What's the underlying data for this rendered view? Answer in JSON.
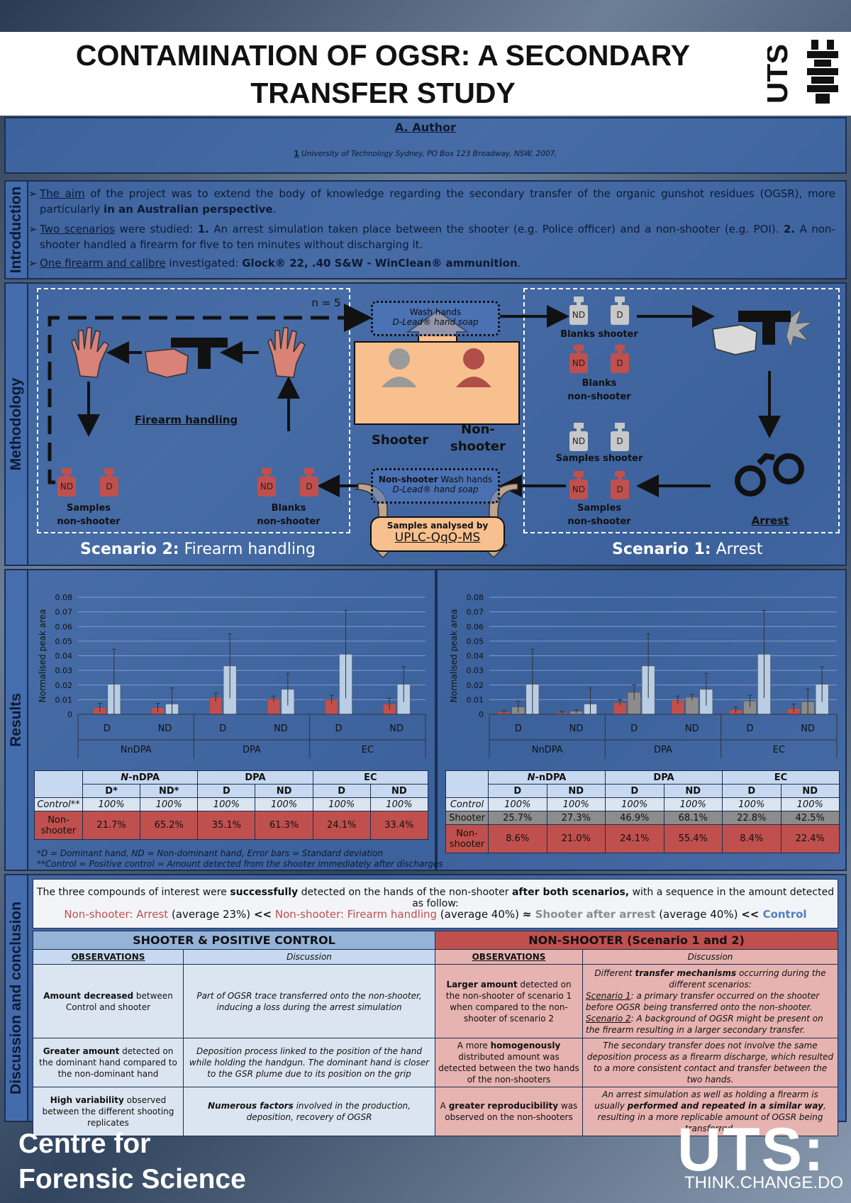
{
  "header": {
    "title_line1": "CONTAMINATION OF OGSR: A SECONDARY",
    "title_line2": "TRANSFER STUDY",
    "logo_text": "UTS"
  },
  "author": {
    "name": "A. Author",
    "affil_num": "1",
    "affiliation": "University of Technology Sydney, PO Box 123 Broadway, NSW, 2007,"
  },
  "sections": {
    "introduction": "Introduction",
    "methodology": "Methodology",
    "results": "Results",
    "discussion": "Discussion and conclusion"
  },
  "intro": {
    "l1_u": "The aim",
    "l1_a": " of the project was to extend the body of knowledge regarding the secondary transfer of the organic gunshot residues (OGSR), more particularly ",
    "l1_b": "in an Australian perspective",
    "l1_c": ".",
    "l2_u": "Two scenarios",
    "l2_a": " were studied: ",
    "l2_n1": "1.",
    "l2_b": " An arrest simulation taken place between the shooter (e.g. Police officer) and a non-shooter (e.g. POI). ",
    "l2_n2": "2.",
    "l2_c": " A non-shooter handled a firearm  for five to ten minutes without discharging it.",
    "l3_u": "One firearm and calibre",
    "l3_a": " investigated: ",
    "l3_b": "Glock® 22, .40 S&W - WinClean® ammunition",
    "l3_c": "."
  },
  "method": {
    "n5": "n = 5",
    "wash_hands": "Wash hands",
    "dlead": "D-Lead® hand soap",
    "ns_wash_a": "Non-shooter",
    "ns_wash_b": " Wash hands",
    "shooter": "Shooter",
    "non_shooter_a": "Non-",
    "non_shooter_b": "shooter",
    "firearm_handling": "Firearm handling",
    "samples_nonshooter_a": "Samples",
    "samples_nonshooter_b": "non-shooter",
    "blanks_nonshooter_a": "Blanks",
    "blanks_nonshooter_b": "non-shooter",
    "blanks_shooter": "Blanks shooter",
    "samples_shooter": "Samples shooter",
    "arrest": "Arrest",
    "analysed_a": "Samples analysed by",
    "analysed_b": "UPLC-QqQ-MS",
    "scen2_b": "Scenario 2:",
    "scen2_r": " Firearm handling",
    "scen1_b": "Scenario 1:",
    "scen1_r": " Arrest",
    "nd": "ND",
    "d": "D"
  },
  "chart_data": [
    {
      "type": "bar",
      "title": "",
      "ylabel": "Normalised peak area",
      "xlabel": "",
      "ylim": [
        0,
        0.08
      ],
      "yticks": [
        "0",
        "0.01",
        "0.02",
        "0.03",
        "0.04",
        "0.05",
        "0.06",
        "0.07",
        "0.08"
      ],
      "categories": [
        "D",
        "ND",
        "D",
        "ND",
        "D",
        "ND"
      ],
      "groups": [
        "NnDPA",
        "DPA",
        "EC"
      ],
      "grid": true,
      "series": [
        {
          "color": "#c0504d",
          "values": [
            0.0045,
            0.0045,
            0.0115,
            0.0105,
            0.01,
            0.007
          ],
          "err": [
            0.003,
            0.003,
            0.003,
            0.002,
            0.003,
            0.004
          ]
        },
        {
          "color": "#b9cde5",
          "values": [
            0.0205,
            0.007,
            0.033,
            0.017,
            0.041,
            0.0205
          ],
          "err": [
            0.024,
            0.011,
            0.022,
            0.011,
            0.03,
            0.012
          ]
        }
      ]
    },
    {
      "type": "bar",
      "title": "",
      "ylabel": "Normalised peak area",
      "xlabel": "",
      "ylim": [
        0,
        0.08
      ],
      "yticks": [
        "0",
        "0.01",
        "0.02",
        "0.03",
        "0.04",
        "0.05",
        "0.06",
        "0.07",
        "0.08"
      ],
      "categories": [
        "D",
        "ND",
        "D",
        "ND",
        "D",
        "ND"
      ],
      "groups": [
        "NnDPA",
        "DPA",
        "EC"
      ],
      "grid": true,
      "series": [
        {
          "color": "#c0504d",
          "values": [
            0.0015,
            0.001,
            0.008,
            0.0095,
            0.003,
            0.004
          ],
          "err": [
            0.001,
            0.001,
            0.002,
            0.003,
            0.002,
            0.003
          ]
        },
        {
          "color": "#8c8c8c",
          "values": [
            0.005,
            0.002,
            0.015,
            0.0115,
            0.009,
            0.0085
          ],
          "err": [
            0.004,
            0.001,
            0.005,
            0.002,
            0.004,
            0.009
          ]
        },
        {
          "color": "#b9cde5",
          "values": [
            0.0205,
            0.007,
            0.033,
            0.017,
            0.041,
            0.0205
          ],
          "err": [
            0.024,
            0.011,
            0.022,
            0.011,
            0.03,
            0.012
          ]
        }
      ]
    }
  ],
  "table1": {
    "h_nndpa_i": "N",
    "h_nndpa_r": "-nDPA",
    "h_dpa": "DPA",
    "h_ec": "EC",
    "sub": [
      "D*",
      "ND*",
      "D",
      "ND",
      "D",
      "ND"
    ],
    "control_label": "Control**",
    "control": [
      "100%",
      "100%",
      "100%",
      "100%",
      "100%",
      "100%"
    ],
    "ns_label_a": "Non-",
    "ns_label_b": "shooter",
    "ns": [
      "21.7%",
      "65.2%",
      "35.1%",
      "61.3%",
      "24.1%",
      "33.4%"
    ],
    "note1": "*D =  Dominant hand, ND = Non-dominant hand, Error bars = Standard deviation",
    "note2": "**Control = Positive control = Amount detected from the shooter immediately after discharges"
  },
  "table2": {
    "sub": [
      "D",
      "ND",
      "D",
      "ND",
      "D",
      "ND"
    ],
    "control_label": "Control",
    "control": [
      "100%",
      "100%",
      "100%",
      "100%",
      "100%",
      "100%"
    ],
    "shooter_label": "Shooter",
    "shooter": [
      "25.7%",
      "27.3%",
      "46.9%",
      "68.1%",
      "22.8%",
      "42.5%"
    ],
    "ns": [
      "8.6%",
      "21.0%",
      "24.1%",
      "55.4%",
      "8.4%",
      "22.4%"
    ]
  },
  "conclusion": {
    "s1_a": "The three compounds of interest were ",
    "s1_b": "successfully",
    "s1_c": " detected on the hands of the non-shooter ",
    "s1_d": "after both scenarios,",
    "s1_e": " with a sequence in the amount detected as follow:",
    "s2_a": "Non-shooter: Arrest",
    "s2_b": " (average 23%) ",
    "s2_c": "<<",
    "s2_d": " Non-shooter: Firearm handling",
    "s2_e": " (average 40%) ",
    "s2_f": "≈",
    "s2_g": " Shooter after arrest",
    "s2_h": " (average 40%) ",
    "s2_i": "<<",
    "s2_j": " Control",
    "left_head": "SHOOTER & POSITIVE CONTROL",
    "right_head": "NON-SHOOTER (Scenario 1 and 2)",
    "obs": "OBSERVATIONS",
    "disc": "Discussion",
    "r1_o_b": "Amount decreased",
    "r1_o_r": " between Control and shooter",
    "r1_d": "Part of OGSR trace transferred onto the non-shooter, inducing a loss during the arrest simulation",
    "r1_o2_b": "Larger amount",
    "r1_o2_r": " detected on the non-shooter of scenario 1 when compared to the non-shooter of scenario 2",
    "r1_d2_a": "Different ",
    "r1_d2_b": "transfer mechanisms",
    "r1_d2_c": " occurring during the different scenarios:",
    "r1_d2_s1": "Scenario 1",
    "r1_d2_s1t": ": a primary transfer occurred on the shooter before OGSR being transferred onto the non-shooter.",
    "r1_d2_s2": "Scenario 2",
    "r1_d2_s2t": ": A background of OGSR might be present on the firearm resulting in a larger secondary transfer.",
    "r2_o_b": "Greater amount",
    "r2_o_r": " detected on the dominant hand compared to the non-dominant hand",
    "r2_d": "Deposition process linked to the position of the hand while holding the handgun. The dominant hand is closer to the GSR plume due to its position on the grip",
    "r2_o2_a": "A more ",
    "r2_o2_b": "homogenously",
    "r2_o2_c": " distributed amount was detected between the two hands of the non-shooters",
    "r2_d2": "The secondary transfer does not involve the same deposition process as a firearm discharge, which resulted to a more consistent contact and transfer between the two hands.",
    "r3_o_b": "High variability",
    "r3_o_r": " observed between the different shooting replicates",
    "r3_d_b": "Numerous factors",
    "r3_d_r": " involved in the production, deposition, recovery of OGSR",
    "r3_o2_a": "A ",
    "r3_o2_b": "greater reproducibility",
    "r3_o2_c": " was observed on the non-shooters",
    "r3_d2_a": "An arrest simulation  as well as holding a firearm is usually ",
    "r3_d2_b": "performed and repeated in a similar way",
    "r3_d2_c": ", resulting in a more replicable amount of OGSR being transferred."
  },
  "footer": {
    "centre_a": "Centre for",
    "centre_b": "Forensic Science",
    "uts": "UTS:",
    "tagline": "THINK.CHANGE.DO"
  },
  "colors": {
    "red": "#c0504d",
    "grey": "#8c8c8c",
    "lightblue": "#b9cde5",
    "panel": "#3e68aa",
    "orange": "#f8c08e"
  }
}
